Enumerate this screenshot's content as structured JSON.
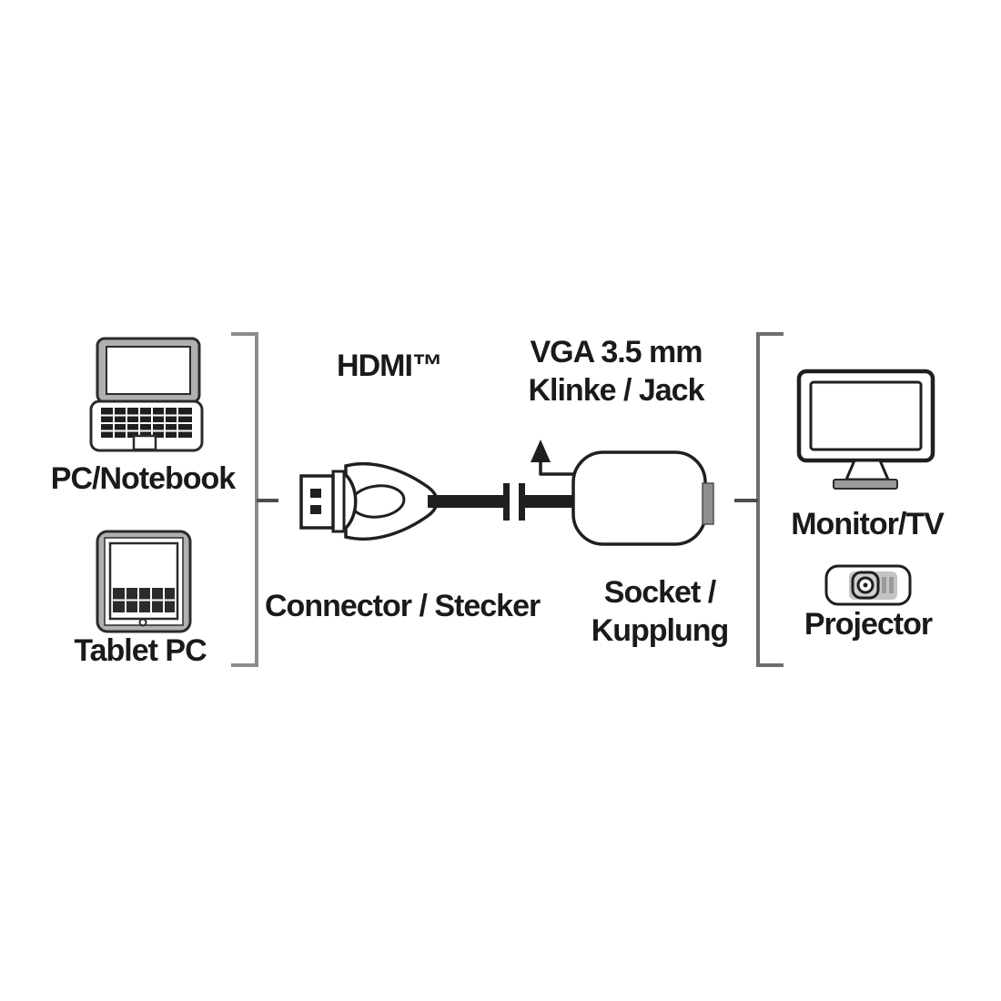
{
  "colors": {
    "background": "#ffffff",
    "line": "#1f1f1f",
    "text": "#1a1a1a",
    "bracket_gray": "#8c8c8c",
    "tick_dark": "#4d4d4d",
    "fill_gray": "#9a9a9a",
    "panel_gray": "#c4c4c4",
    "device_gray": "#b0b0b0"
  },
  "diagram": {
    "sources": {
      "items": [
        {
          "label": "PC/Notebook",
          "icon": "laptop-icon"
        },
        {
          "label": "Tablet PC",
          "icon": "tablet-icon"
        }
      ]
    },
    "cable": {
      "plug_type": "HDMI™",
      "plug_label": "Connector / Stecker",
      "socket_type_line1": "VGA 3.5 mm",
      "socket_type_line2": "Klinke / Jack",
      "socket_label_line1": "Socket /",
      "socket_label_line2": "Kupplung"
    },
    "displays": {
      "items": [
        {
          "label": "Monitor/TV",
          "icon": "monitor-icon"
        },
        {
          "label": "Projector",
          "icon": "projector-icon"
        }
      ]
    }
  },
  "icons": [
    {
      "name": "laptop-icon",
      "represents": "PC / Notebook source device"
    },
    {
      "name": "tablet-icon",
      "represents": "Tablet PC source device"
    },
    {
      "name": "hdmi-plug-icon",
      "represents": "HDMI connector plug"
    },
    {
      "name": "cable-break-icon",
      "represents": "cable length break marks"
    },
    {
      "name": "up-arrow-icon",
      "represents": "3.5 mm jack position pointer"
    },
    {
      "name": "adapter-body-icon",
      "represents": "VGA socket / coupling adapter"
    },
    {
      "name": "vga-port-icon",
      "represents": "VGA output port"
    },
    {
      "name": "monitor-icon",
      "represents": "Monitor / TV display device"
    },
    {
      "name": "projector-icon",
      "represents": "Projector display device"
    },
    {
      "name": "left-bracket",
      "represents": "source devices group"
    },
    {
      "name": "right-bracket",
      "represents": "display devices group"
    }
  ]
}
